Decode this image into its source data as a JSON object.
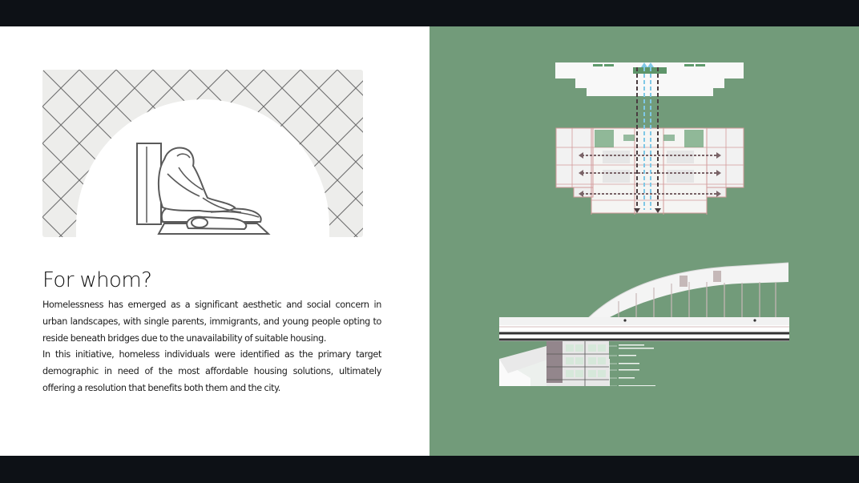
{
  "heading": "For whom?",
  "paragraphs": [
    "Homelessness has emerged as a significant aesthetic and social concern in urban landscapes, with single parents, immigrants, and young people opting to reside beneath bridges due to the unavailability of suitable housing.",
    "In this initiative, homeless individuals were identified as the primary target demographic in need of the most affordable housing solutions, ultimately offering a resolution that benefits both them and the city."
  ],
  "colors": {
    "frame": "#0d1116",
    "left_page": "#ffffff",
    "right_page": "#729b7a",
    "tile_bg": "#ededeb",
    "ink": "#111111"
  },
  "icons": {
    "illustration": "homeless-person-under-arch-icon",
    "section": "building-section-diagram",
    "bridge": "bridge-elevation-diagram"
  }
}
